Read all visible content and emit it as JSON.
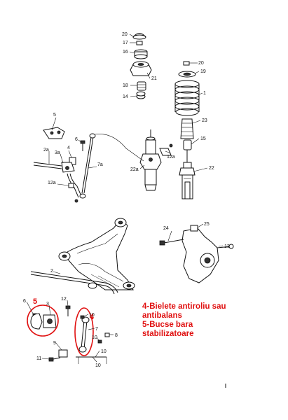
{
  "diagram": {
    "part_labels": [
      {
        "id": "p20a",
        "text": "20"
      },
      {
        "id": "p17",
        "text": "17"
      },
      {
        "id": "p16",
        "text": "16"
      },
      {
        "id": "p21",
        "text": "21"
      },
      {
        "id": "p18",
        "text": "18"
      },
      {
        "id": "p14",
        "text": "14"
      },
      {
        "id": "p20b",
        "text": "20"
      },
      {
        "id": "p19",
        "text": "19"
      },
      {
        "id": "p1",
        "text": "1"
      },
      {
        "id": "p23",
        "text": "23"
      },
      {
        "id": "p15",
        "text": "15"
      },
      {
        "id": "p12a_top",
        "text": "12a"
      },
      {
        "id": "p22",
        "text": "22"
      },
      {
        "id": "p22a",
        "text": "22a"
      },
      {
        "id": "p5_top",
        "text": "5"
      },
      {
        "id": "p6_top",
        "text": "6"
      },
      {
        "id": "p4_top",
        "text": "4"
      },
      {
        "id": "p2a",
        "text": "2a"
      },
      {
        "id": "p3a",
        "text": "3a"
      },
      {
        "id": "p7a",
        "text": "7a"
      },
      {
        "id": "p12a_left",
        "text": "12a"
      },
      {
        "id": "p25",
        "text": "25"
      },
      {
        "id": "p24",
        "text": "24"
      },
      {
        "id": "p13",
        "text": "13"
      },
      {
        "id": "p2",
        "text": "2"
      },
      {
        "id": "p6_bot",
        "text": "6"
      },
      {
        "id": "p3",
        "text": "3"
      },
      {
        "id": "p12",
        "text": "12"
      },
      {
        "id": "p10a",
        "text": "10"
      },
      {
        "id": "p7",
        "text": "7"
      },
      {
        "id": "p10b",
        "text": "10"
      },
      {
        "id": "p8",
        "text": "8"
      },
      {
        "id": "p9",
        "text": "9"
      },
      {
        "id": "p10c",
        "text": "10"
      },
      {
        "id": "p11",
        "text": "11"
      },
      {
        "id": "p10d",
        "text": "10"
      }
    ],
    "red_markers": {
      "marker_5": "5",
      "marker_4": "4"
    },
    "legend": {
      "line1": "4-Bielete antiroliu sau",
      "line2": "antibalans",
      "line3": "5-Bucse bara",
      "line4": "stabilizatoare"
    },
    "colors": {
      "annotation": "#e01010",
      "line": "#111111",
      "background": "#ffffff"
    }
  }
}
